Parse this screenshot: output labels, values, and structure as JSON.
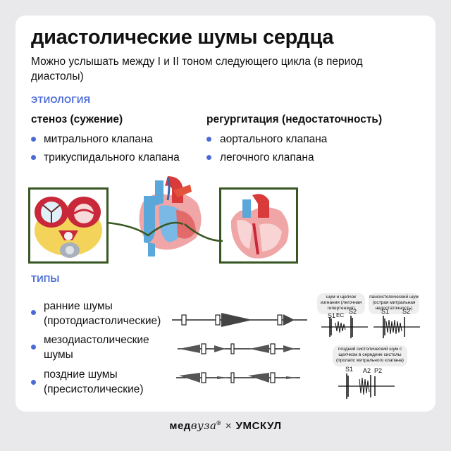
{
  "title": "диастолические шумы сердца",
  "subtitle": "Можно услышать между I и II тоном следующего цикла (в период диастолы)",
  "etiology": {
    "heading": "ЭТИОЛОГИЯ",
    "stenosis": {
      "title": "стеноз (сужение)",
      "items": [
        "митрального клапана",
        "трикуспидального клапана"
      ]
    },
    "regurgitation": {
      "title": "регургитация (недостаточность)",
      "items": [
        "аортального клапана",
        "легочного клапана"
      ]
    }
  },
  "types": {
    "heading": "ТИПЫ",
    "items": [
      {
        "line1": "ранние шумы",
        "line2": "(протодиастолические)"
      },
      {
        "line1": "мезодиастолические",
        "line2": "шумы"
      },
      {
        "line1": "поздние шумы",
        "line2": "(пресистолические)"
      }
    ]
  },
  "tracings": {
    "a": {
      "caption": [
        "шум и щелчок",
        "изгнания (легочная",
        "гипертензия)"
      ],
      "labels": [
        "S1",
        "EC",
        "S2"
      ]
    },
    "b": {
      "caption": [
        "пансистолический шум",
        "(острая митральная",
        "недостаточность)"
      ],
      "labels": [
        "S1",
        "S2"
      ]
    },
    "c": {
      "caption": [
        "поздний систолический шум с",
        "щелчком в середине систолы",
        "(пролапс митрального клапана)"
      ],
      "labels": [
        "S1",
        "A2",
        "P2"
      ]
    }
  },
  "footer": {
    "brand1": "мед",
    "brand1_italic": "вуза",
    "brand1_mark": "®",
    "times": "×",
    "brand2": "УМСКУЛ"
  },
  "colors": {
    "accent": "#4a6bd6",
    "frame": "#385723",
    "background": "#e9e9eb"
  }
}
